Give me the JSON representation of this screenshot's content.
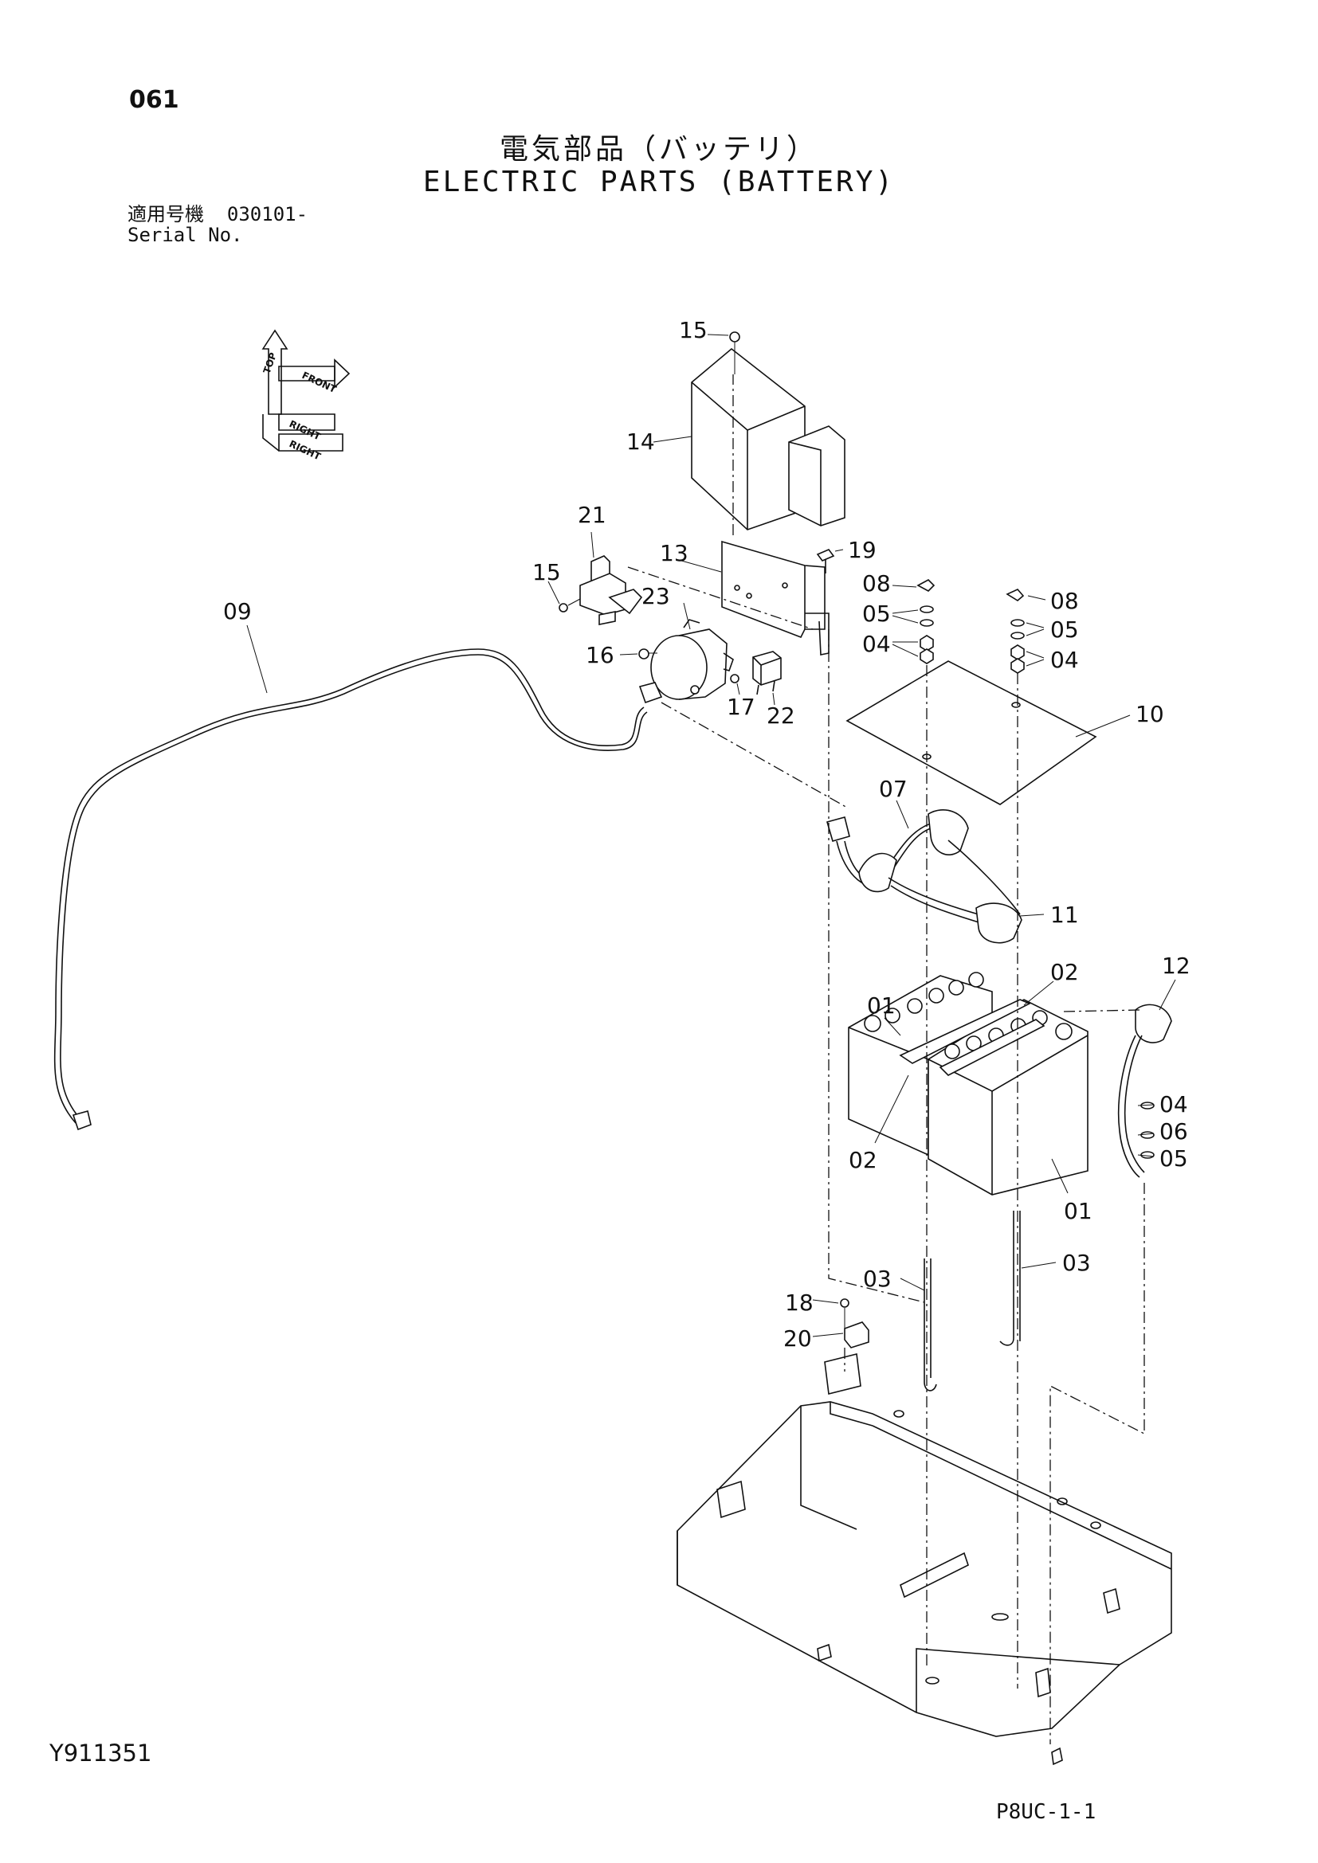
{
  "header": {
    "page_number": "061",
    "title_jp": "電気部品（バッテリ）",
    "title_en": "ELECTRIC PARTS (BATTERY)",
    "serial_label_jp": "適用号機",
    "serial_value": "030101-",
    "serial_label_en": "Serial No."
  },
  "footer": {
    "drawing_id": "Y911351",
    "page_code": "P8UC-1-1"
  },
  "orientation": {
    "top": "TOP",
    "front": "FRONT",
    "right": "RIGHT"
  },
  "callouts": {
    "c15a": "15",
    "c14": "14",
    "c21": "21",
    "c15b": "15",
    "c13": "13",
    "c19": "19",
    "c08a": "08",
    "c08b": "08",
    "c05a": "05",
    "c05b": "05",
    "c04a": "04",
    "c04b": "04",
    "c09": "09",
    "c23": "23",
    "c16": "16",
    "c17": "17",
    "c22": "22",
    "c10": "10",
    "c07": "07",
    "c11": "11",
    "c01a": "01",
    "c02a": "02",
    "c12": "12",
    "c04c": "04",
    "c06": "06",
    "c05c": "05",
    "c02b": "02",
    "c01b": "01",
    "c03a": "03",
    "c03b": "03",
    "c18": "18",
    "c20": "20"
  }
}
